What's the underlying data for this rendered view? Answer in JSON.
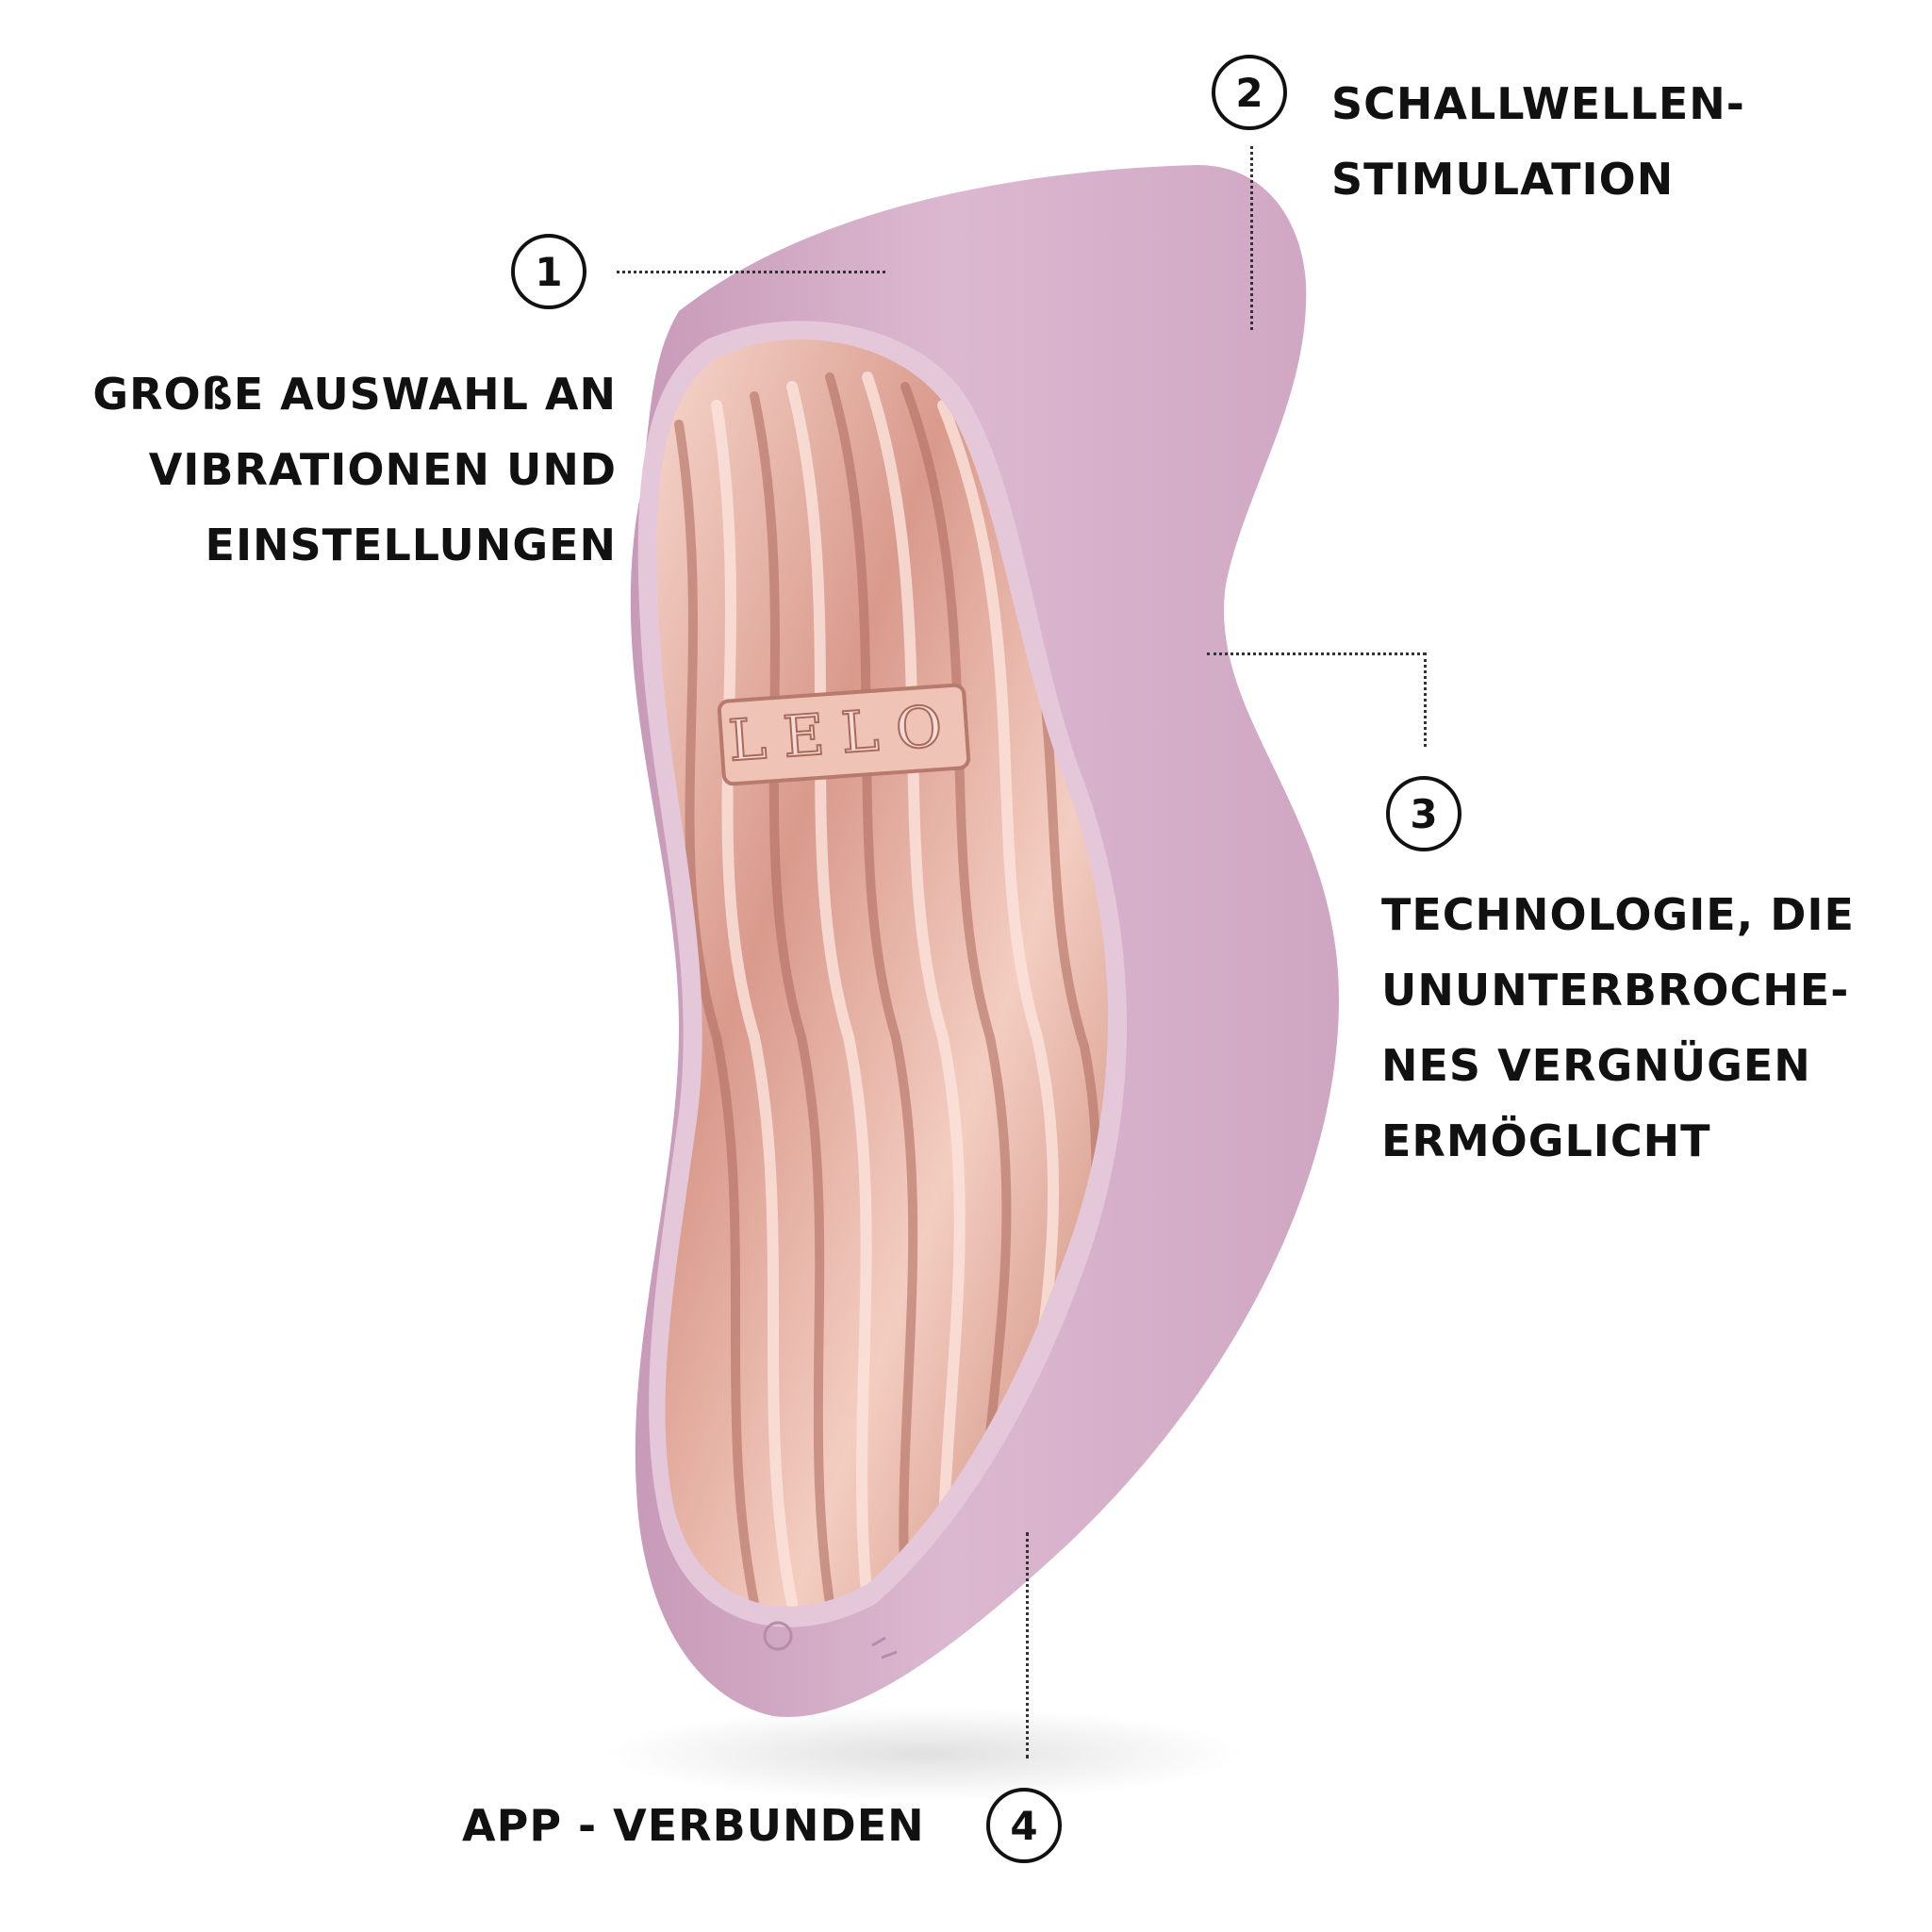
{
  "callouts": [
    {
      "number": "1",
      "lines": [
        "GROßE AUSWAHL AN",
        "VIBRATIONEN UND",
        "EINSTELLUNGEN"
      ]
    },
    {
      "number": "2",
      "lines": [
        "SCHALLWELLEN-",
        "STIMULATION"
      ]
    },
    {
      "number": "3",
      "lines": [
        "TECHNOLOGIE, DIE",
        "UNUNTERBROCHE-",
        "NES VERGNÜGEN",
        "ERMÖGLICHT"
      ]
    },
    {
      "number": "4",
      "lines": [
        "APP - VERBUNDEN"
      ]
    }
  ],
  "product": {
    "logo_text": "LELO",
    "body_color": "#d9b4cd",
    "plate_color": "#e7b3a8"
  }
}
